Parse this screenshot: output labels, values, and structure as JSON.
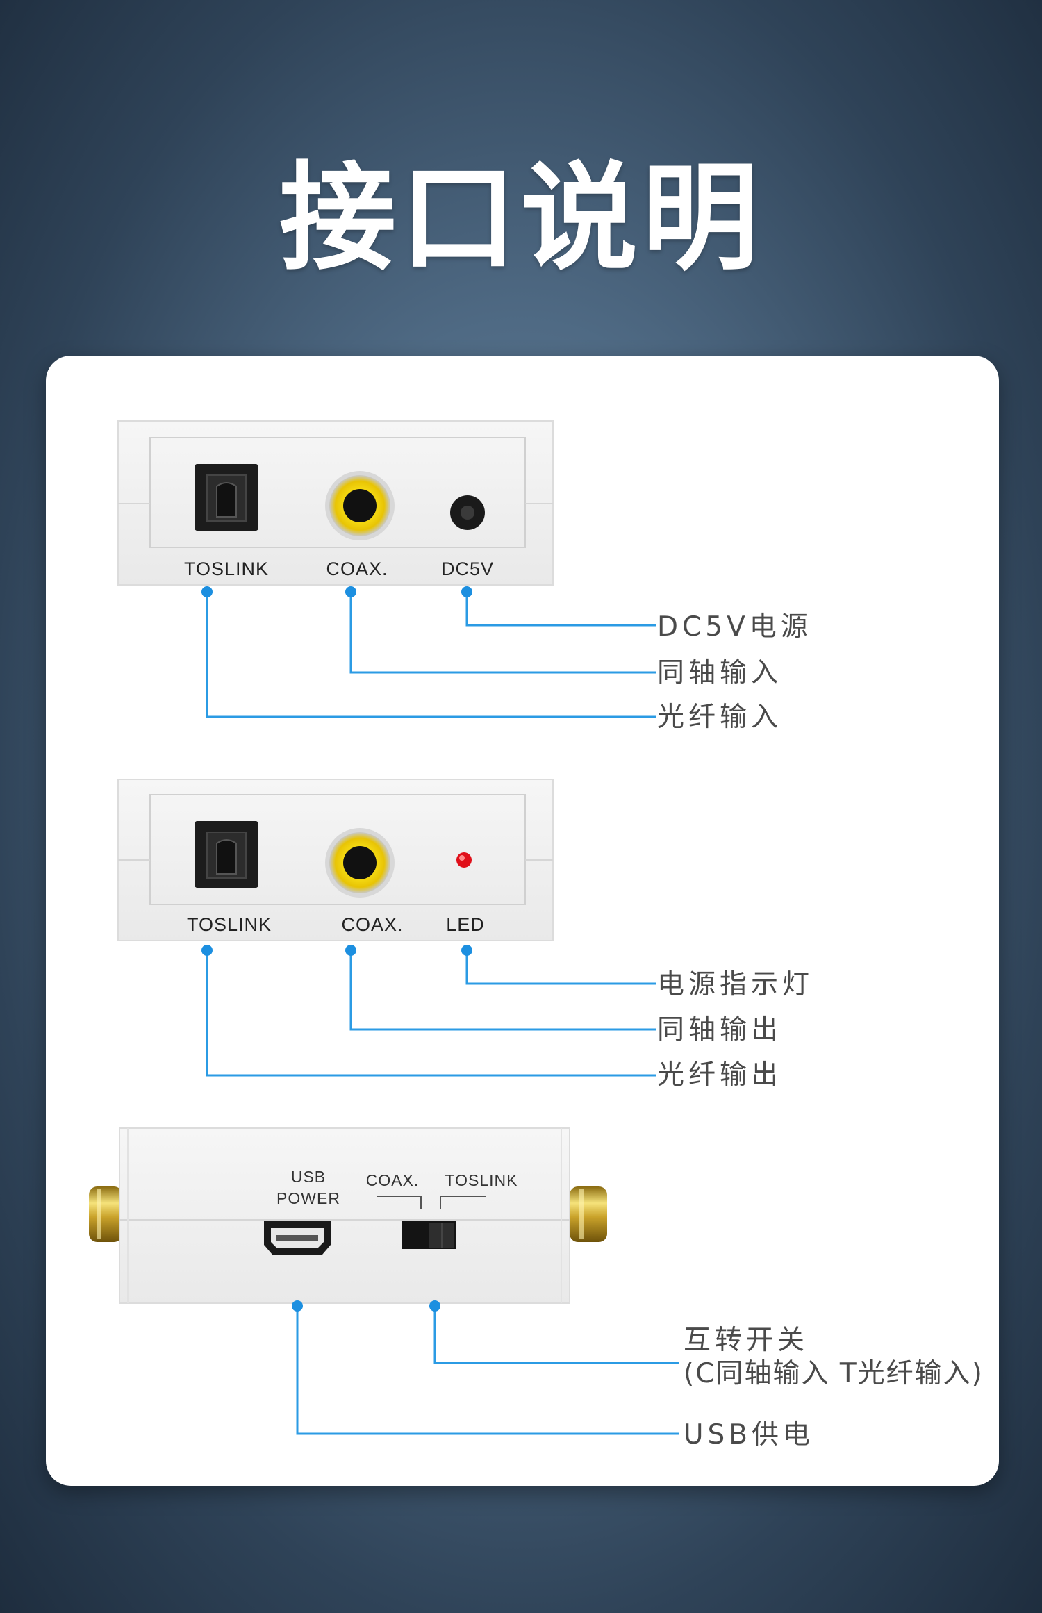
{
  "title": "接口说明",
  "colors": {
    "line": "#2b9be4",
    "dot": "#1c8fe0",
    "led": "#e0101a",
    "rca_yellow": "#f2d40a"
  },
  "input_panel": {
    "ports": [
      "TOSLINK",
      "COAX.",
      "DC5V"
    ],
    "callouts": [
      "DC5V电源",
      "同轴输入",
      "光纤输入"
    ]
  },
  "output_panel": {
    "ports": [
      "TOSLINK",
      "COAX.",
      "LED"
    ],
    "callouts": [
      "电源指示灯",
      "同轴输出",
      "光纤输出"
    ]
  },
  "side_panel": {
    "usb_label_1": "USB",
    "usb_label_2": "POWER",
    "switch_left": "COAX.",
    "switch_right": "TOSLINK",
    "callout_switch_1": "互转开关",
    "callout_switch_2": "(C同轴输入 T光纤输入)",
    "callout_usb": "USB供电"
  }
}
